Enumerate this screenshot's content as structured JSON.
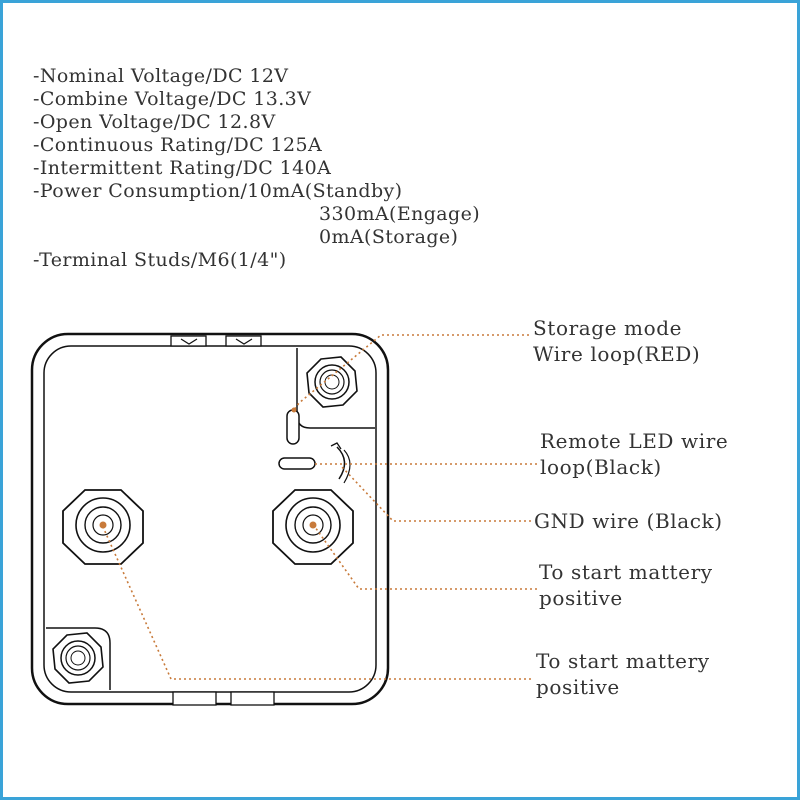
{
  "specs": [
    "-Nominal Voltage/DC 12V",
    "-Combine Voltage/DC 13.3V",
    "-Open Voltage/DC 12.8V",
    "-Continuous Rating/DC 125A",
    "-Intermittent Rating/DC 140A",
    "-Power Consumption/10mA(Standby)",
    "330mA(Engage)",
    "0mA(Storage)",
    "-Terminal Studs/M6(1/4\")"
  ],
  "callouts": {
    "storage_mode": "Storage mode\nWire loop(RED)",
    "remote_led": "Remote LED wire\nloop(Black)",
    "gnd_wire": "GND wire (Black)",
    "start_positive_1": "To start mattery\npositive",
    "start_positive_2": "To start mattery\npositive"
  },
  "colors": {
    "frame_border": "#3aa3d8",
    "leader_line": "#c87a3a",
    "outline": "#111111",
    "text": "#333333"
  }
}
